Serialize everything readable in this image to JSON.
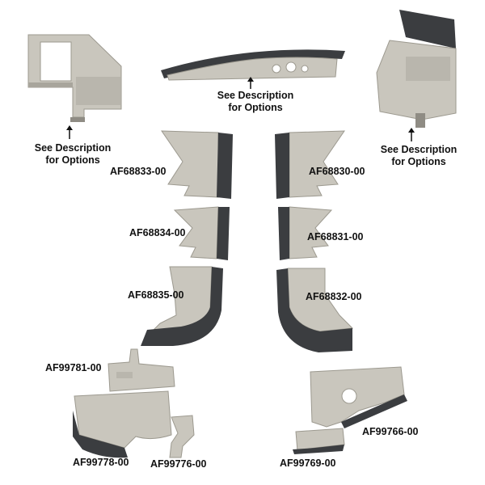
{
  "notes": {
    "top_left": [
      "See Description",
      "for Options"
    ],
    "top_center": [
      "See Description",
      "for Options"
    ],
    "top_right": [
      "See Description",
      "for Options"
    ]
  },
  "part_numbers": {
    "af68833": "AF68833-00",
    "af68830": "AF68830-00",
    "af68834": "AF68834-00",
    "af68831": "AF68831-00",
    "af68835": "AF68835-00",
    "af68832": "AF68832-00",
    "af99781": "AF99781-00",
    "af99778": "AF99778-00",
    "af99776": "AF99776-00",
    "af99769": "AF99769-00",
    "af99766": "AF99766-00"
  },
  "colors": {
    "aluminum": "#c9c6bd",
    "aluminum_dark": "#a8a59c",
    "rubber_seal": "#3b3d40",
    "text": "#111111"
  }
}
